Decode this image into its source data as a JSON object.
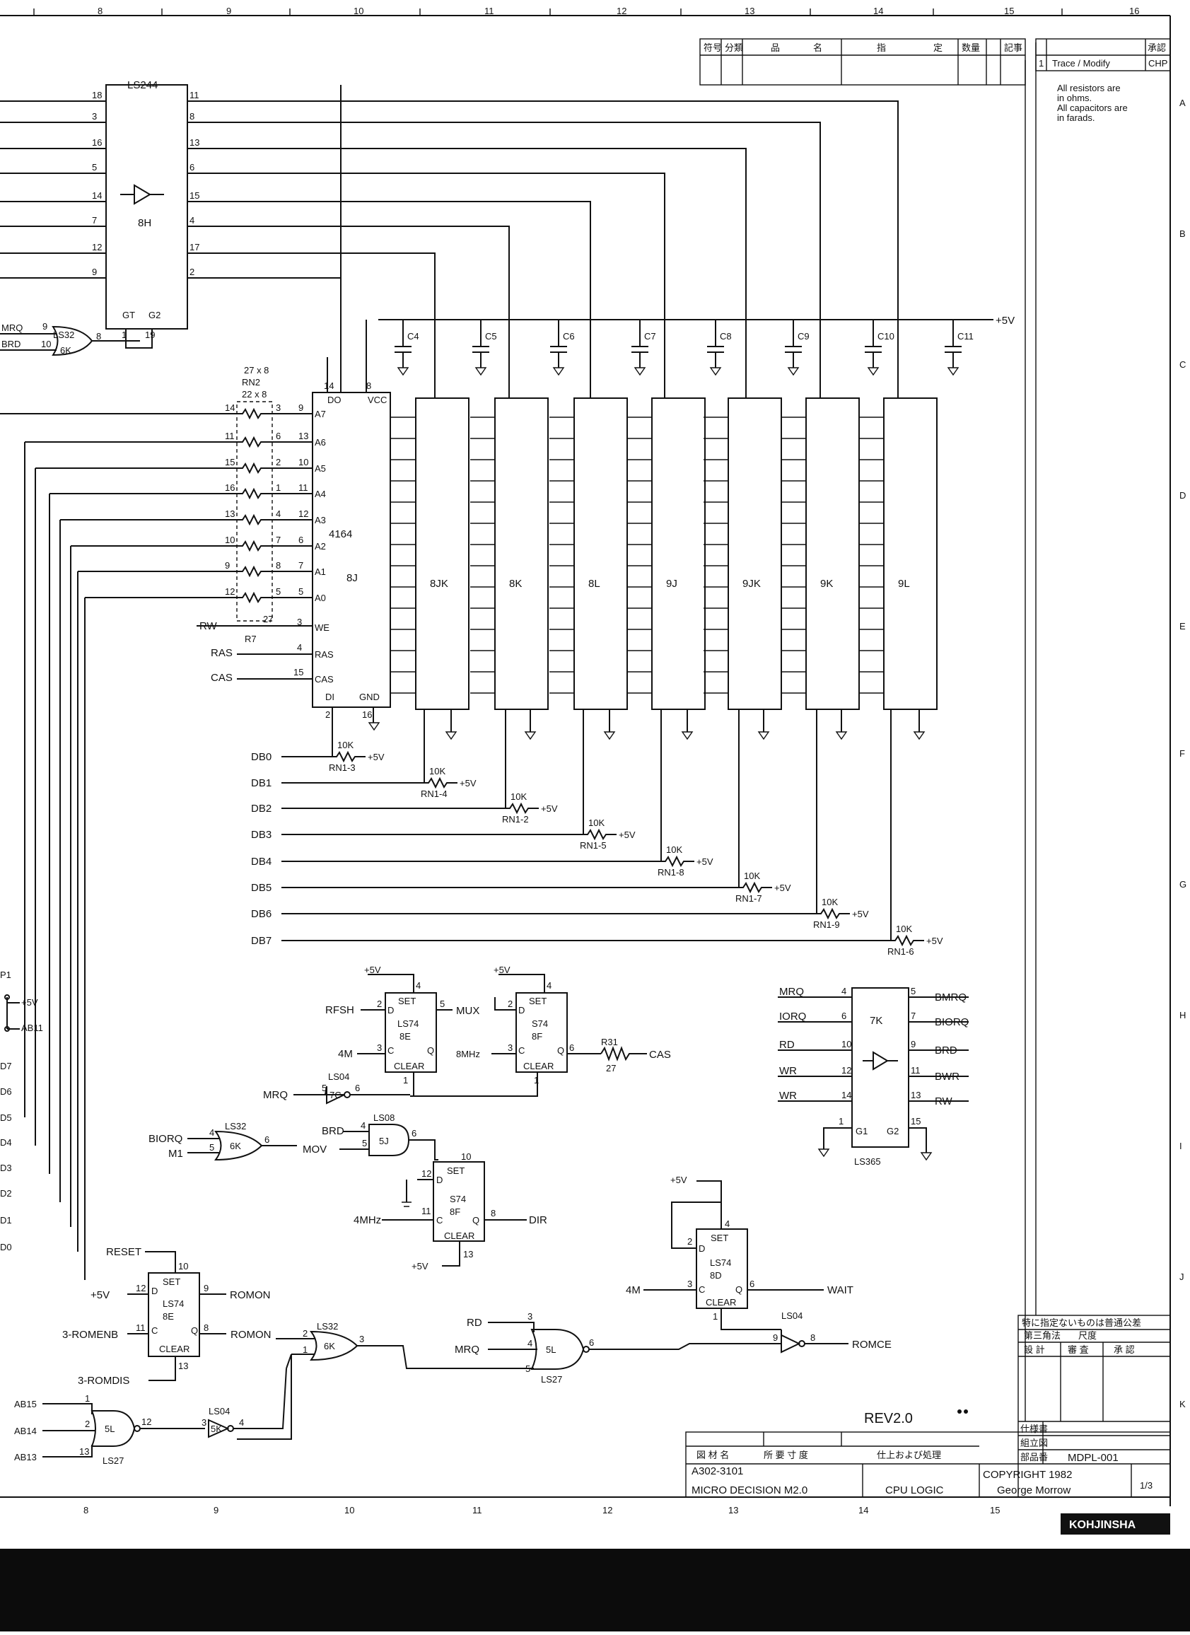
{
  "title_block": {
    "company": "MICRO DECISION M2.0",
    "sheet_title": "CPU LOGIC",
    "drawing_no": "A302-3101",
    "part_no": "MDPL-001",
    "copyright": "COPYRIGHT 1982",
    "author": "George Morrow",
    "sheet": "1/3",
    "revision": "REV2.0",
    "publisher": "KOHJINSHA",
    "rev_col_1": "Trace / Modify",
    "rev_col_2": "CHP",
    "notes": [
      "All resistors are",
      "in ohms.",
      "All capacitors are",
      "in farads."
    ],
    "jp_labels": {
      "material": "図 材 名",
      "dimension": "所 要 寸 度",
      "finish": "仕上および処理",
      "product": "部品番",
      "assembly": "組立図",
      "spec": "仕様書",
      "design": "設 計",
      "check": "審 査",
      "approve": "承 認",
      "method": "第三角法",
      "scale": "尺度",
      "general_tol": "特に指定ないものは普通公差"
    },
    "header_cols": [
      "符号",
      "分類",
      "品",
      "名",
      "指",
      "定",
      "数量",
      "記事",
      "承認"
    ]
  },
  "grid_top": [
    "8",
    "9",
    "10",
    "11",
    "12",
    "13",
    "14",
    "15",
    "16"
  ],
  "grid_bottom": [
    "8",
    "9",
    "10",
    "11",
    "12",
    "13",
    "14",
    "15"
  ],
  "grid_right": [
    "A",
    "B",
    "C",
    "D",
    "E",
    "F",
    "G",
    "H",
    "I",
    "J",
    "K"
  ],
  "ls244": {
    "name": "LS244",
    "ref": "8H",
    "gate1": "GT",
    "gate2": "G2",
    "pin_g1": "1",
    "pin_g2": "19",
    "in_pins": [
      "18",
      "3",
      "16",
      "5",
      "14",
      "7",
      "12",
      "9"
    ],
    "out_pins": [
      "11",
      "8",
      "13",
      "6",
      "15",
      "4",
      "17",
      "2"
    ]
  },
  "ls32_top": {
    "name": "LS32",
    "ref": "6K",
    "in1": "MRQ",
    "in2": "BRD",
    "pin_a": "9",
    "pin_b": "10",
    "pin_out": "8"
  },
  "rn2": {
    "line1": "27 x 8",
    "line2": "RN2",
    "line3": "22 x 8",
    "r7": "R7",
    "r7_val": "27",
    "left_pins": [
      "14",
      "11",
      "15",
      "16",
      "13",
      "10",
      "9",
      "12"
    ],
    "right_pins": [
      "3",
      "6",
      "2",
      "1",
      "4",
      "7",
      "8",
      "5"
    ]
  },
  "dram": {
    "part": "4164",
    "ref": "8J",
    "do": "DO",
    "vcc": "VCC",
    "di": "DI",
    "gnd": "GND",
    "pin_do": "14",
    "pin_vcc": "8",
    "pin_di": "2",
    "pin_gnd": "16",
    "addr": [
      "A7",
      "A6",
      "A5",
      "A4",
      "A3",
      "A2",
      "A1",
      "A0"
    ],
    "addr_pins": [
      "9",
      "13",
      "10",
      "11",
      "12",
      "6",
      "7",
      "5"
    ],
    "we": "WE",
    "ras": "RAS",
    "cas": "CAS",
    "we_pin": "3",
    "ras_pin": "4",
    "cas_pin": "15",
    "rw": "RW",
    "ras_sig": "RAS",
    "cas_sig": "CAS"
  },
  "ram_chips": [
    "8JK",
    "8K",
    "8L",
    "9J",
    "9JK",
    "9K",
    "9L"
  ],
  "caps": [
    "C4",
    "C5",
    "C6",
    "C7",
    "C8",
    "C9",
    "C10",
    "C11"
  ],
  "vcc": "+5V",
  "data_bus": {
    "lines": [
      "DB0",
      "DB1",
      "DB2",
      "DB3",
      "DB4",
      "DB5",
      "DB6",
      "DB7"
    ],
    "pullups": [
      "RN1-3",
      "RN1-4",
      "RN1-2",
      "RN1-5",
      "RN1-8",
      "RN1-7",
      "RN1-9",
      "RN1-6"
    ],
    "value": "10K"
  },
  "left_edge": {
    "p1": "P1",
    "ab11": "AB11",
    "d_lines": [
      "D7",
      "D6",
      "D5",
      "D4",
      "D3",
      "D2",
      "D1",
      "D0"
    ]
  },
  "ff_8e_top": {
    "name": "LS74",
    "ref": "8E",
    "set": "SET",
    "clear": "CLEAR",
    "d": "D",
    "c": "C",
    "q": "Q",
    "d_in": "RFSH",
    "c_in": "4M",
    "q_out": "MUX",
    "pin_set": "4",
    "pin_d": "2",
    "pin_c": "3",
    "pin_q": "5",
    "pin_clr": "1"
  },
  "ff_8f_top": {
    "name": "S74",
    "ref": "8F",
    "c_in": "8MHz",
    "r31": "R31",
    "r31_val": "27",
    "out": "CAS",
    "pin_set": "4",
    "pin_d": "2",
    "pin_c": "3",
    "pin_q": "6",
    "pin_clr": "1"
  },
  "ls04_a": {
    "name": "LS04",
    "ref": "7C",
    "in": "MRQ",
    "pin_in": "5",
    "pin_out": "6"
  },
  "ls32_b": {
    "name": "LS32",
    "ref": "6K",
    "in1": "BIORQ",
    "in2": "M1",
    "out": "MOV",
    "pin_a": "4",
    "pin_b": "5",
    "pin_out": "6"
  },
  "ls08": {
    "name": "LS08",
    "ref": "5J",
    "in1": "BRD",
    "pin_a": "4",
    "pin_b": "5",
    "pin_out": "6"
  },
  "ff_8f_mid": {
    "name": "S74",
    "ref": "8F",
    "c_in": "4MHz",
    "out": "DIR",
    "pin_set": "10",
    "pin_d": "12",
    "pin_c": "11",
    "pin_q": "8",
    "pin_clr": "13"
  },
  "ls365": {
    "name": "LS365",
    "ref": "7K",
    "g1": "G1",
    "g2": "G2",
    "pin_g1": "1",
    "pin_g2": "15",
    "inputs": [
      "MRQ",
      "IORQ",
      "RD",
      "WR",
      "WR"
    ],
    "in_pins": [
      "4",
      "6",
      "10",
      "12",
      "14"
    ],
    "outputs": [
      "BMRQ",
      "BIORQ",
      "BRD",
      "BWR",
      "RW"
    ],
    "out_pins": [
      "5",
      "7",
      "9",
      "11",
      "13"
    ]
  },
  "ff_8e_bot": {
    "name": "LS74",
    "ref": "8E",
    "set_in": "RESET",
    "d_in": "+5V",
    "c_in": "3-ROMENB",
    "clr_in": "3-ROMDIS",
    "q": "ROMON",
    "qn": "ROMON",
    "pin_set": "10",
    "pin_d": "12",
    "pin_c": "11",
    "pin_q": "9",
    "pin_qn": "8",
    "pin_clr": "13"
  },
  "ls32_c": {
    "name": "LS32",
    "ref": "6K",
    "pin_a": "2",
    "pin_b": "1",
    "pin_out": "3"
  },
  "ls27_a": {
    "name": "LS27",
    "ref": "5L",
    "in": [
      "AB15",
      "AB14",
      "AB13"
    ],
    "pins": [
      "1",
      "2",
      "13"
    ],
    "pin_out": "12"
  },
  "ls04_b": {
    "name": "LS04",
    "ref": "5K",
    "pin_in": "3",
    "pin_out": "4"
  },
  "ls27_b": {
    "name": "LS27",
    "ref": "5L",
    "in": [
      "RD",
      "MRQ"
    ],
    "pins": [
      "3",
      "4",
      "5"
    ],
    "pin_out": "6"
  },
  "ff_8d": {
    "name": "LS74",
    "ref": "8D",
    "c_in": "4M",
    "out": "WAIT",
    "pin_set": "4",
    "pin_d": "2",
    "pin_c": "3",
    "pin_q": "6",
    "pin_clr": "1"
  },
  "ls04_c": {
    "name": "LS04",
    "out": "ROMCE",
    "pin_in": "9",
    "pin_out": "8"
  }
}
